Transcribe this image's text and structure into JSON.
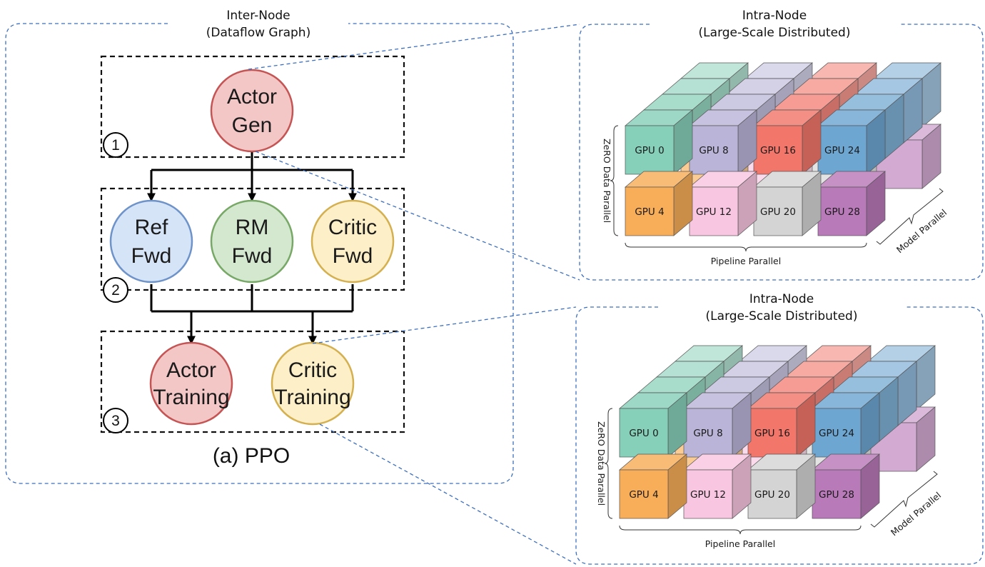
{
  "inter_node": {
    "title_line1": "Inter-Node",
    "title_line2": "(Dataflow Graph)",
    "caption": "(a) PPO",
    "steps": [
      "1",
      "2",
      "3"
    ],
    "nodes": {
      "actor_gen": {
        "line1": "Actor",
        "line2": "Gen",
        "fill": "#f4c7c7",
        "stroke": "#c55454"
      },
      "ref_fwd": {
        "line1": "Ref",
        "line2": "Fwd",
        "fill": "#d6e4f8",
        "stroke": "#6e93c9"
      },
      "rm_fwd": {
        "line1": "RM",
        "line2": "Fwd",
        "fill": "#d4e8d0",
        "stroke": "#77a866"
      },
      "critic_fwd": {
        "line1": "Critic",
        "line2": "Fwd",
        "fill": "#fdf0c8",
        "stroke": "#d4b050"
      },
      "actor_training": {
        "line1": "Actor",
        "line2": "Training",
        "fill": "#f4c7c7",
        "stroke": "#c55454"
      },
      "critic_training": {
        "line1": "Critic",
        "line2": "Training",
        "fill": "#fdf0c8",
        "stroke": "#d4b050"
      }
    }
  },
  "intra_node_top": {
    "title_line1": "Intra-Node",
    "title_line2": "(Large-Scale Distributed)"
  },
  "intra_node_bottom": {
    "title_line1": "Intra-Node",
    "title_line2": "(Large-Scale Distributed)"
  },
  "parallel_axes": {
    "data": "ZeRO Data Parallel",
    "pipeline": "Pipeline Parallel",
    "model": "Model Parallel"
  },
  "gpu_grid": {
    "front_rows": [
      [
        "GPU 0",
        "GPU 8",
        "GPU 16",
        "GPU 24"
      ],
      [
        "GPU 4",
        "GPU 12",
        "GPU 20",
        "GPU 28"
      ]
    ],
    "top_row_colors": [
      "#86cfb8",
      "#b9b4d8",
      "#f2766a",
      "#6ea6d2"
    ],
    "bottom_row_colors": [
      "#f8ad58",
      "#f8c6e0",
      "#d4d4d4",
      "#b97ab9"
    ]
  }
}
